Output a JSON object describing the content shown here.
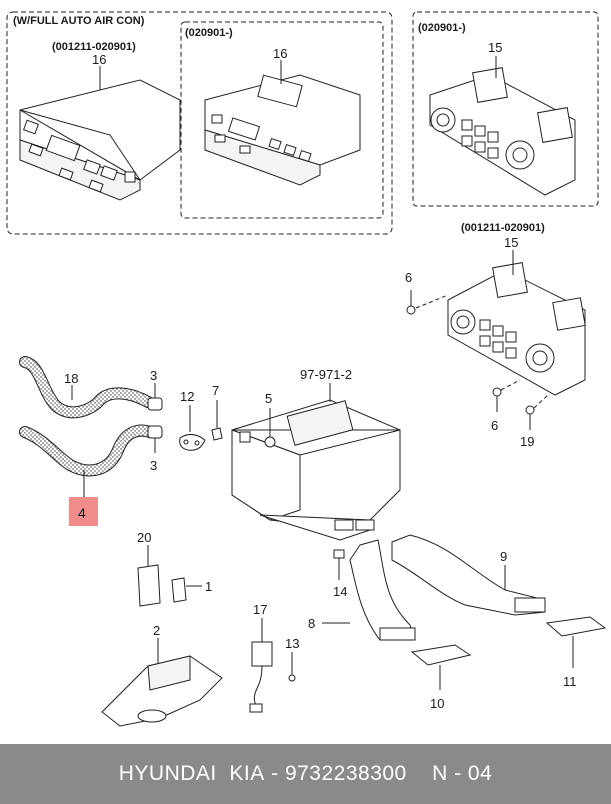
{
  "frames": {
    "outer_title": "(W/FULL AUTO AIR CON)",
    "left_date": "(001211-020901)",
    "middle_date": "(020901-)",
    "right_date": "(020901-)",
    "lower_right_date": "(001211-020901)"
  },
  "callouts": {
    "p16a": "16",
    "p16b": "16",
    "p15a": "15",
    "p15b": "15",
    "p6a": "6",
    "p6b": "6",
    "p19": "19",
    "p18": "18",
    "p3a": "3",
    "p3b": "3",
    "p12": "12",
    "p7": "7",
    "p5": "5",
    "ref": "97-971-2",
    "p4": "4",
    "p20": "20",
    "p1": "1",
    "p14": "14",
    "p9": "9",
    "p8": "8",
    "p2": "2",
    "p17": "17",
    "p13": "13",
    "p10": "10",
    "p11": "11"
  },
  "highlight_color": "#f08c8c",
  "footer": {
    "brand": "HYUNDAI  KIA",
    "sep1": " - ",
    "part_number": "9732238300",
    "sep2": "    ",
    "position": "N - 04"
  }
}
